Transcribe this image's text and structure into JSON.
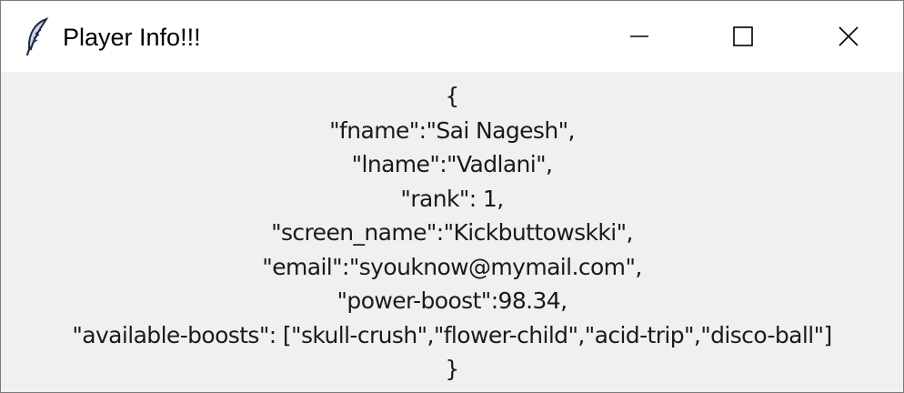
{
  "window": {
    "title": "Player Info!!!",
    "icon": "feather-icon",
    "controls": {
      "minimize": "minimize-icon",
      "maximize": "maximize-icon",
      "close": "close-icon"
    }
  },
  "content": {
    "lines": [
      "{",
      "\"fname\":\"Sai Nagesh\",",
      "\"lname\":\"Vadlani\",",
      "\"rank\": 1,",
      "\"screen_name\":\"Kickbuttowskki\",",
      "\"email\":\"syouknow@mymail.com\",",
      "\"power-boost\":98.34,",
      "\"available-boosts\": [\"skull-crush\",\"flower-child\",\"acid-trip\",\"disco-ball\"]",
      "}"
    ]
  }
}
